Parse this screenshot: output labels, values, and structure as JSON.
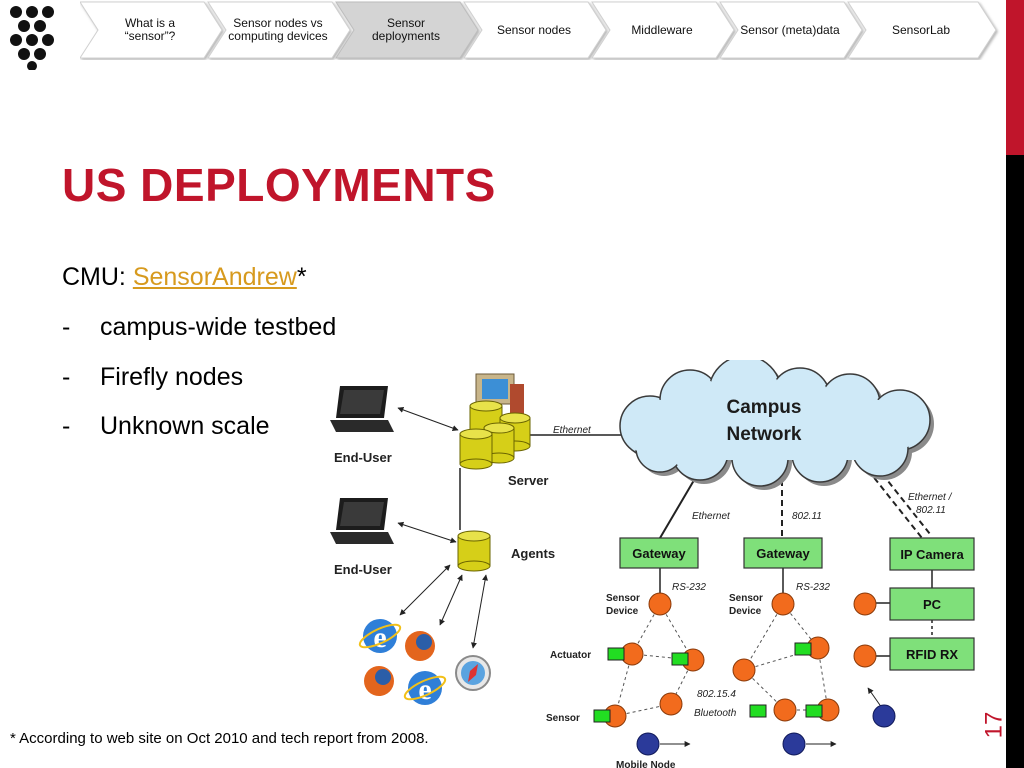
{
  "nav": {
    "items": [
      {
        "label": "What is a “sensor”?",
        "active": false
      },
      {
        "label": "Sensor nodes vs computing devices",
        "active": false
      },
      {
        "label": "Sensor deployments",
        "active": true
      },
      {
        "label": "Sensor nodes",
        "active": false
      },
      {
        "label": "Middleware",
        "active": false
      },
      {
        "label": "Sensor (meta)data",
        "active": false
      },
      {
        "label": "SensorLab",
        "active": false
      }
    ]
  },
  "slide": {
    "title": "US DEPLOYMENTS",
    "intro_prefix": "CMU: ",
    "intro_link": "SensorAndrew",
    "intro_suffix": "*",
    "bullets": [
      "campus-wide testbed",
      "Firefly nodes",
      "Unknown scale"
    ],
    "footnote": "* According to web site on Oct 2010 and tech report from 2008.",
    "page_number": "17"
  },
  "diagram": {
    "end_user_label": "End-User",
    "server_label": "Server",
    "agents_label": "Agents",
    "cloud_label_1": "Campus",
    "cloud_label_2": "Network",
    "ethernet_label": "Ethernet",
    "wifi_label": "802.11",
    "ethernet_wifi_label_1": "Ethernet /",
    "ethernet_wifi_label_2": "802.11",
    "gateway_label": "Gateway",
    "ip_camera_label": "IP Camera",
    "pc_label": "PC",
    "rfid_label": "RFID RX",
    "rs232_label": "RS-232",
    "sensor_device_label_1": "Sensor",
    "sensor_device_label_2": "Device",
    "actuator_label": "Actuator",
    "sensor_label": "Sensor",
    "zigbee_label": "802.15.4",
    "bluetooth_label": "Bluetooth",
    "mobile_node_label": "Mobile Node"
  },
  "colors": {
    "accent_red": "#c0152b",
    "link": "#d79a1e",
    "sensor_node": "#f26b1d",
    "gateway_box": "#7fe07a",
    "cloud_fill": "#cfe9f7",
    "db_fill": "#d6cf18",
    "mobile_node": "#2b3a9a"
  }
}
